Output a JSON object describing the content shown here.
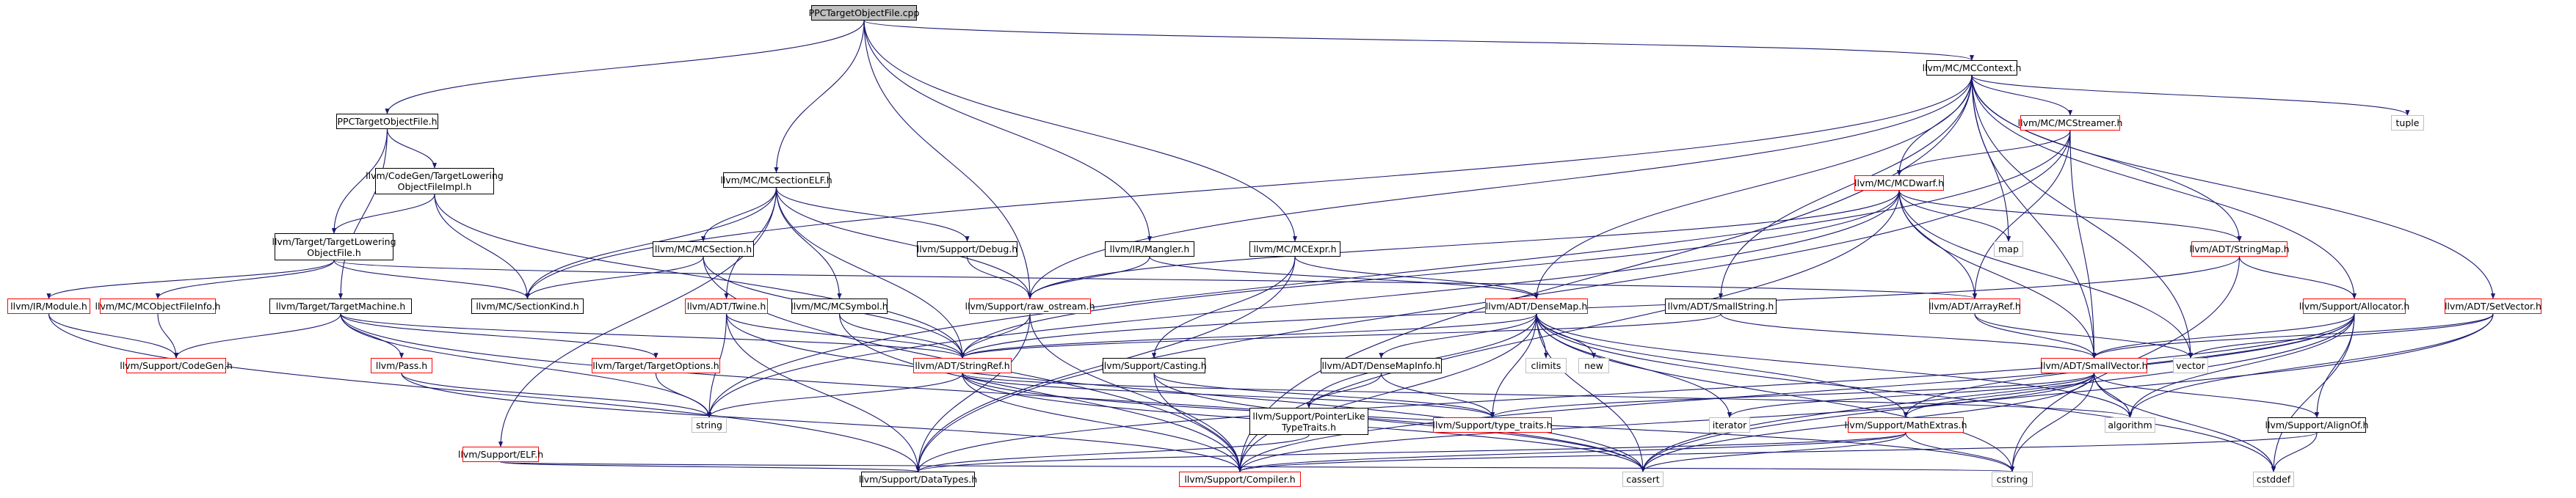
{
  "colors": {
    "edge": "#191970",
    "link_box": "#000000",
    "undocumented_box": "#ff0000",
    "external_box": "#bfbfbf",
    "root_fill": "#bfbfbf"
  },
  "nodes": {
    "ppc_cpp": "PPCTargetObjectFile.cpp",
    "ppc_h": "PPCTargetObjectFile.h",
    "mccontext": "llvm/MC/MCContext.h",
    "cg_tlof": "llvm/CodeGen/TargetLowering\nObjectFileImpl.h",
    "mcsectionelf": "llvm/MC/MCSectionELF.h",
    "mcstreamer": "llvm/MC/MCStreamer.h",
    "tuple": "tuple",
    "target_tlof": "llvm/Target/TargetLowering\nObjectFile.h",
    "mcdwarf": "llvm/MC/MCDwarf.h",
    "mcsection": "llvm/MC/MCSection.h",
    "debug": "llvm/Support/Debug.h",
    "mangler": "llvm/IR/Mangler.h",
    "mcexpr": "llvm/MC/MCExpr.h",
    "map": "map",
    "stringmap": "llvm/ADT/StringMap.h",
    "irmodule": "llvm/IR/Module.h",
    "mcobjfileinfo": "llvm/MC/MCObjectFileInfo.h",
    "targetmachine": "llvm/Target/TargetMachine.h",
    "mcsectionkind": "llvm/MC/SectionKind.h",
    "twine": "llvm/ADT/Twine.h",
    "mcsymbol": "llvm/MC/MCSymbol.h",
    "raw_ostream": "llvm/Support/raw_ostream.h",
    "densemap": "llvm/ADT/DenseMap.h",
    "smallstring": "llvm/ADT/SmallString.h",
    "arrayref": "llvm/ADT/ArrayRef.h",
    "allocator": "llvm/Support/Allocator.h",
    "setvector": "llvm/ADT/SetVector.h",
    "codegen": "llvm/Support/CodeGen.h",
    "pass": "llvm/Pass.h",
    "targetoptions": "llvm/Target/TargetOptions.h",
    "stringref": "llvm/ADT/StringRef.h",
    "casting": "llvm/Support/Casting.h",
    "densemapinfo": "llvm/ADT/DenseMapInfo.h",
    "climits": "climits",
    "new": "new",
    "smallvector": "llvm/ADT/SmallVector.h",
    "vector": "vector",
    "string": "string",
    "pointerlike": "llvm/Support/PointerLike\nTypeTraits.h",
    "type_traits": "llvm/Support/type_traits.h",
    "iterator": "iterator",
    "mathextras": "llvm/Support/MathExtras.h",
    "algorithm": "algorithm",
    "alignof": "llvm/Support/AlignOf.h",
    "elf": "llvm/Support/ELF.h",
    "datatypes": "llvm/Support/DataTypes.h",
    "compiler": "llvm/Support/Compiler.h",
    "cassert": "cassert",
    "cstring": "cstring",
    "cstddef": "cstddef"
  }
}
